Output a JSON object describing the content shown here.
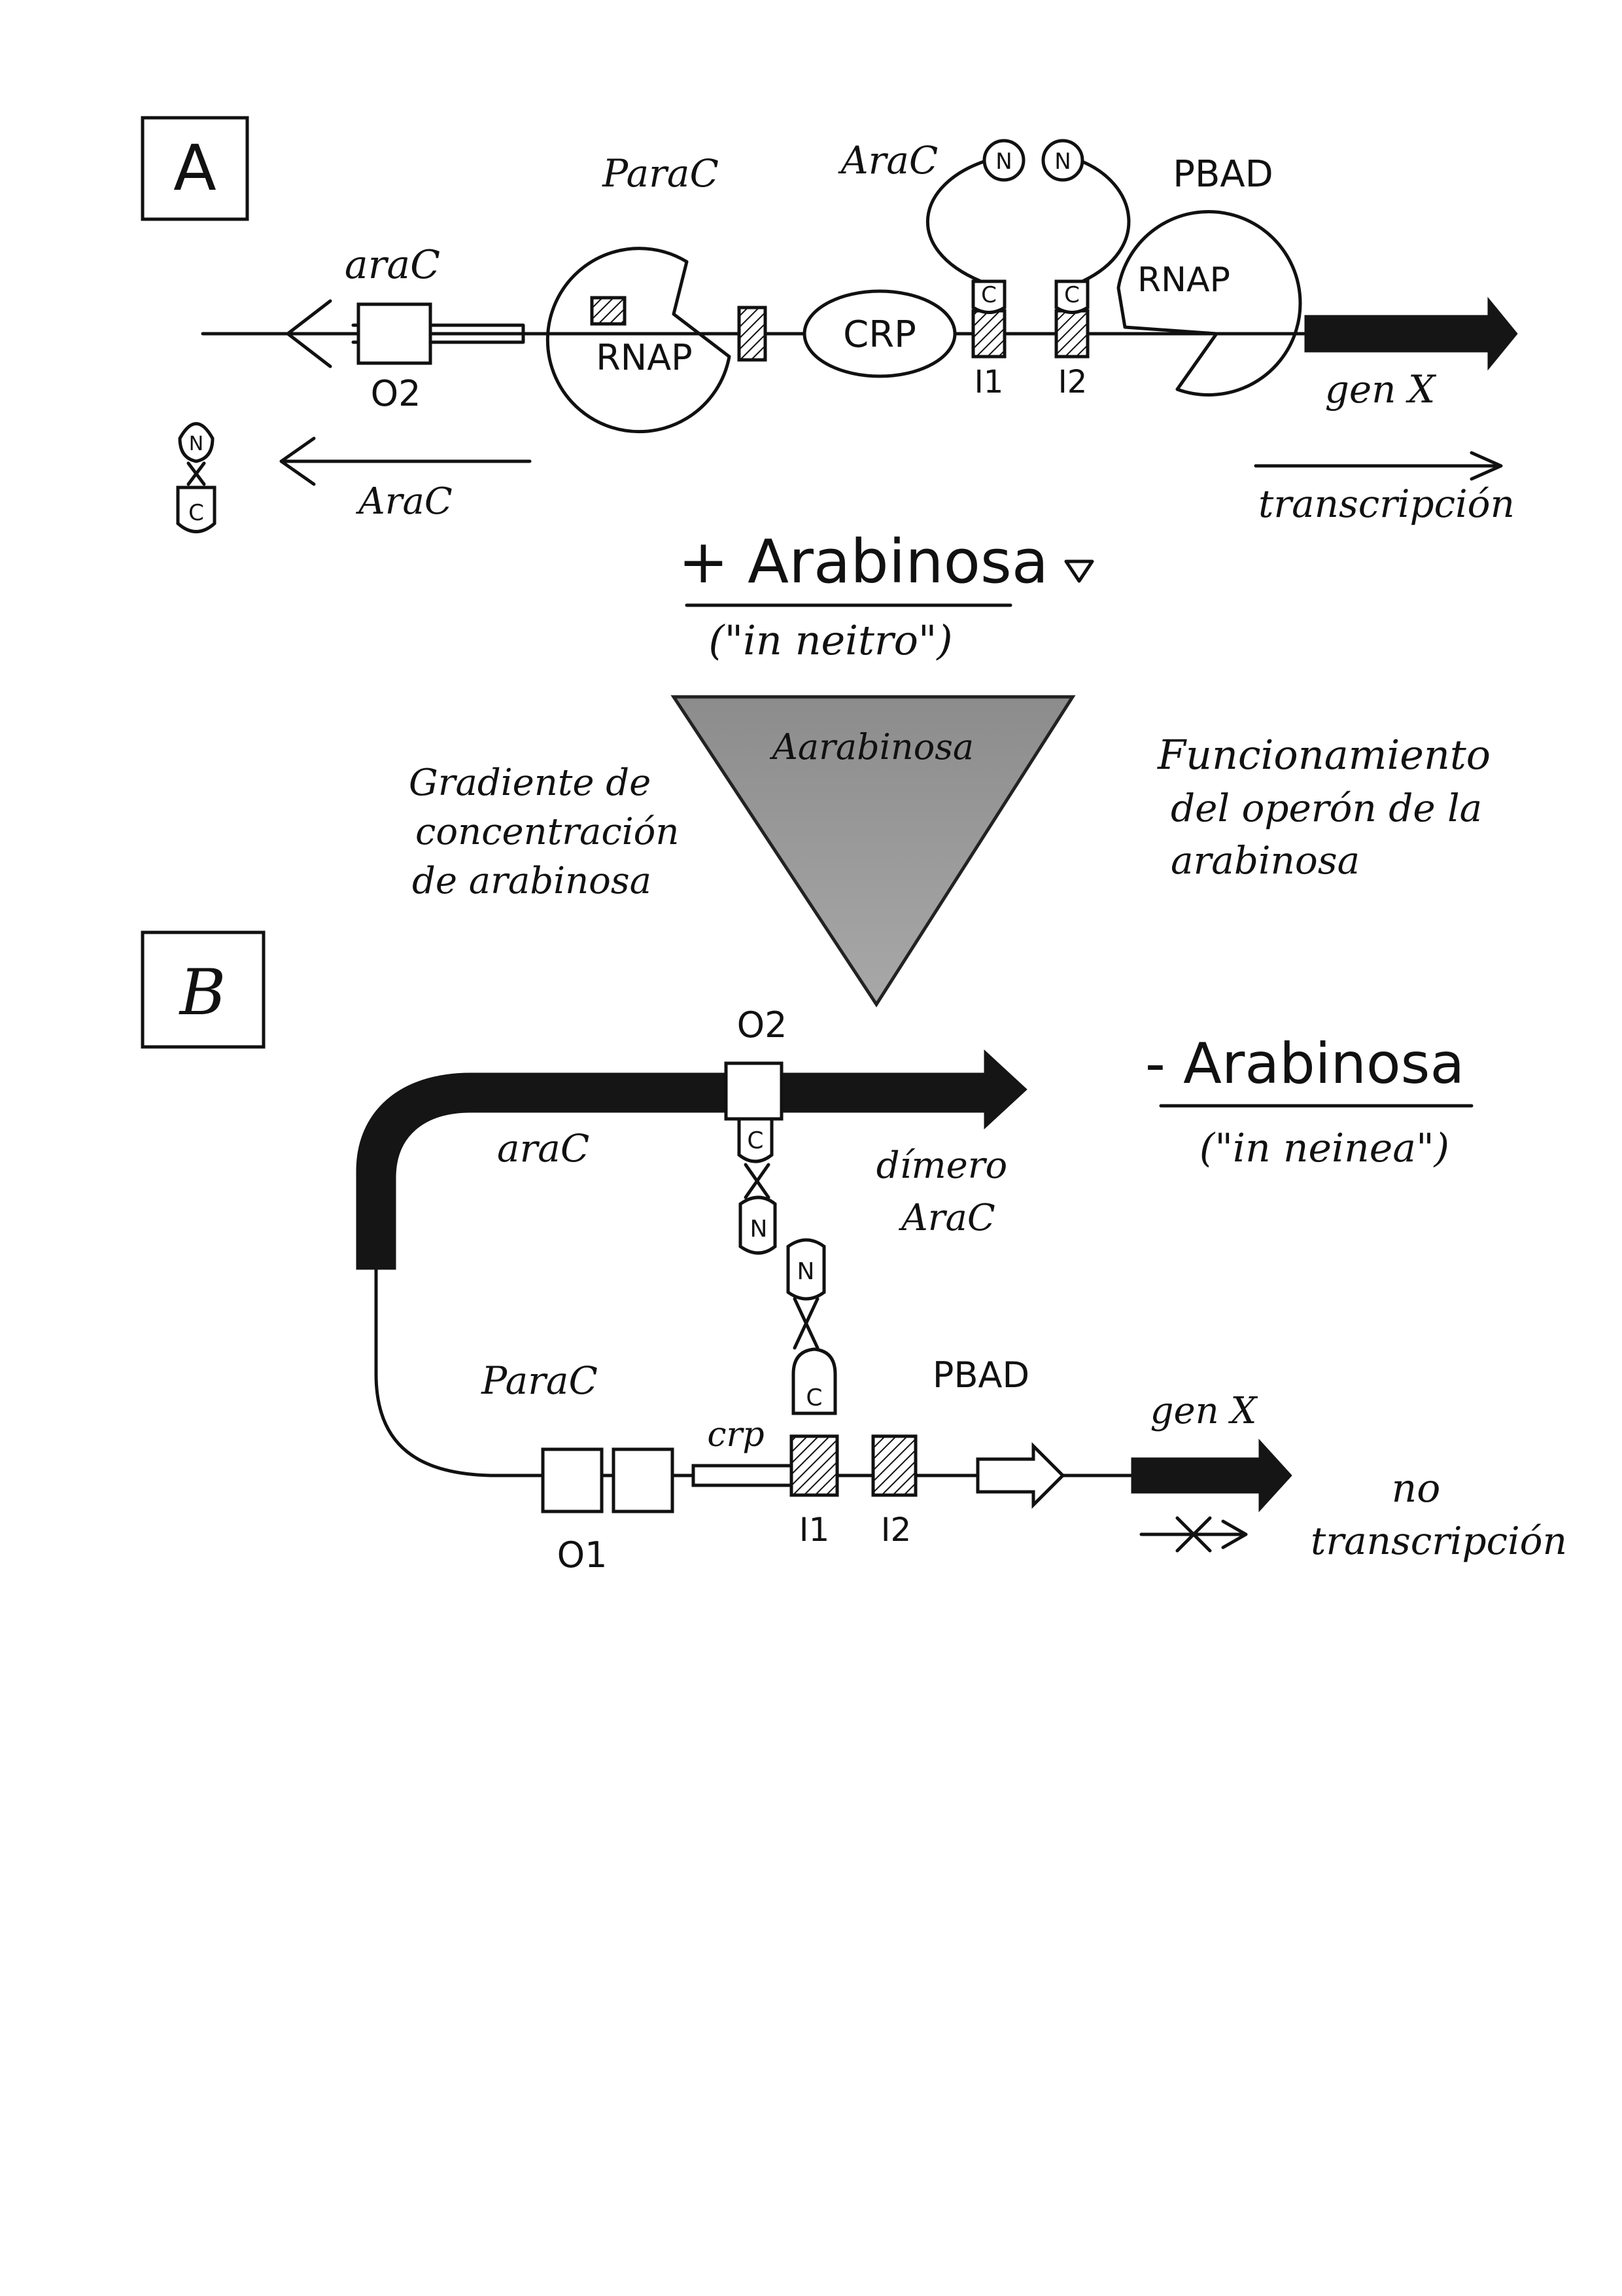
{
  "panel_a": {
    "label": "A",
    "promoter_arac": "ParaC",
    "arac_protein_top": "AraC",
    "promoter_pbad": "PBAD",
    "gene_arac": "araC",
    "rnap_left": "RNAP",
    "crp": "CRP",
    "rnap_right": "RNAP",
    "operator_o2": "O2",
    "site_i1": "I1",
    "site_i2": "I2",
    "gene_x": "gen X",
    "arac_arrow_label": "AraC",
    "transcription": "transcripción",
    "domain_n": "N",
    "domain_c": "C"
  },
  "middle": {
    "plus_arabinose": "+ Arabinosa",
    "plus_note": "(\"in neitro\")",
    "triangle_label": "Aarabinosa",
    "gradient_label": [
      "Gradiente de",
      "concentración",
      "de arabinosa"
    ],
    "title": [
      "Funcionamiento",
      "del operón de la",
      "arabinosa"
    ]
  },
  "panel_b": {
    "label": "B",
    "operator_o2": "O2",
    "gene_arac": "araC",
    "dimer_label": [
      "dímero",
      "AraC"
    ],
    "minus_arabinose": "- Arabinosa",
    "minus_note": "(\"in neinea\")",
    "promoter_arac": "ParaC",
    "promoter_pbad": "PBAD",
    "gene_x": "gen X",
    "crp": "crp",
    "operator_o1": "O1",
    "site_i1": "I1",
    "site_i2": "I2",
    "no_label": "no",
    "transcription": "transcripción",
    "domain_n": "N",
    "domain_c": "C"
  },
  "colors": {
    "ink": "#111111",
    "dark_gene": "#151515",
    "triangle_fill": "#9a9a9a",
    "paper": "#ffffff"
  }
}
